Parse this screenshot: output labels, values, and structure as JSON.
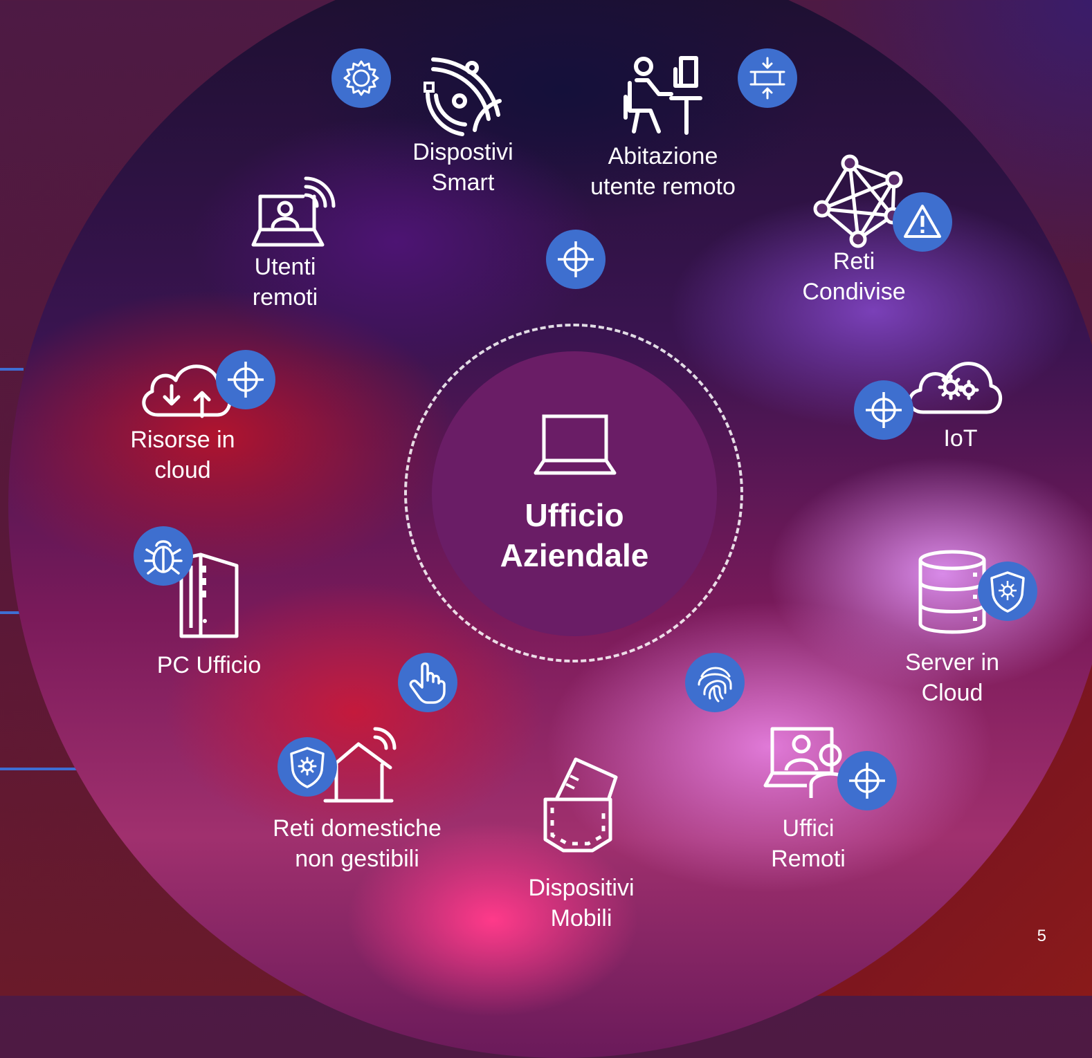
{
  "hub": {
    "title": "Ufficio\nAziendale",
    "icon": "laptop-icon"
  },
  "nodes": {
    "smart_devices": {
      "label": "Dispostivi\nSmart",
      "icon": "smart-waves-icon",
      "badge": "gear-icon"
    },
    "remote_home": {
      "label": "Abitazione\nutente remoto",
      "icon": "user-at-desk-icon",
      "badge": "compress-icon"
    },
    "remote_users": {
      "label": "Utenti\nremoti",
      "icon": "laptop-user-wifi-icon",
      "badge": "crosshair-icon"
    },
    "shared_networks": {
      "label": "Reti\nCondivise",
      "icon": "network-mesh-icon",
      "badge": "warning-icon"
    },
    "cloud_resources": {
      "label": "Risorse in\ncloud",
      "icon": "cloud-updown-icon",
      "badge": "crosshair-icon"
    },
    "iot": {
      "label": "IoT",
      "icon": "cloud-gears-icon",
      "badge": "crosshair-icon"
    },
    "office_pc": {
      "label": "PC Ufficio",
      "icon": "pc-tower-icon",
      "badge": "bug-icon"
    },
    "cloud_servers": {
      "label": "Server in\nCloud",
      "icon": "database-icon",
      "badge": "shield-virus-icon"
    },
    "home_networks": {
      "label": "Reti domestiche\nnon gestibili",
      "icon": "home-wifi-icon",
      "badge": "shield-gear-icon"
    },
    "mobile_devices": {
      "label": "Dispositivi\nMobili",
      "icon": "pocket-device-icon",
      "badge": "touch-icon"
    },
    "remote_offices": {
      "label": "Uffici\nRemoti",
      "icon": "video-meeting-icon",
      "badge": "crosshair-icon"
    }
  },
  "extra_badges": {
    "fingerprint": "fingerprint-icon"
  },
  "page_number": "5",
  "colors": {
    "badge": "#3e6fcf",
    "hub": "#6a1d66",
    "text": "#ffffff"
  }
}
